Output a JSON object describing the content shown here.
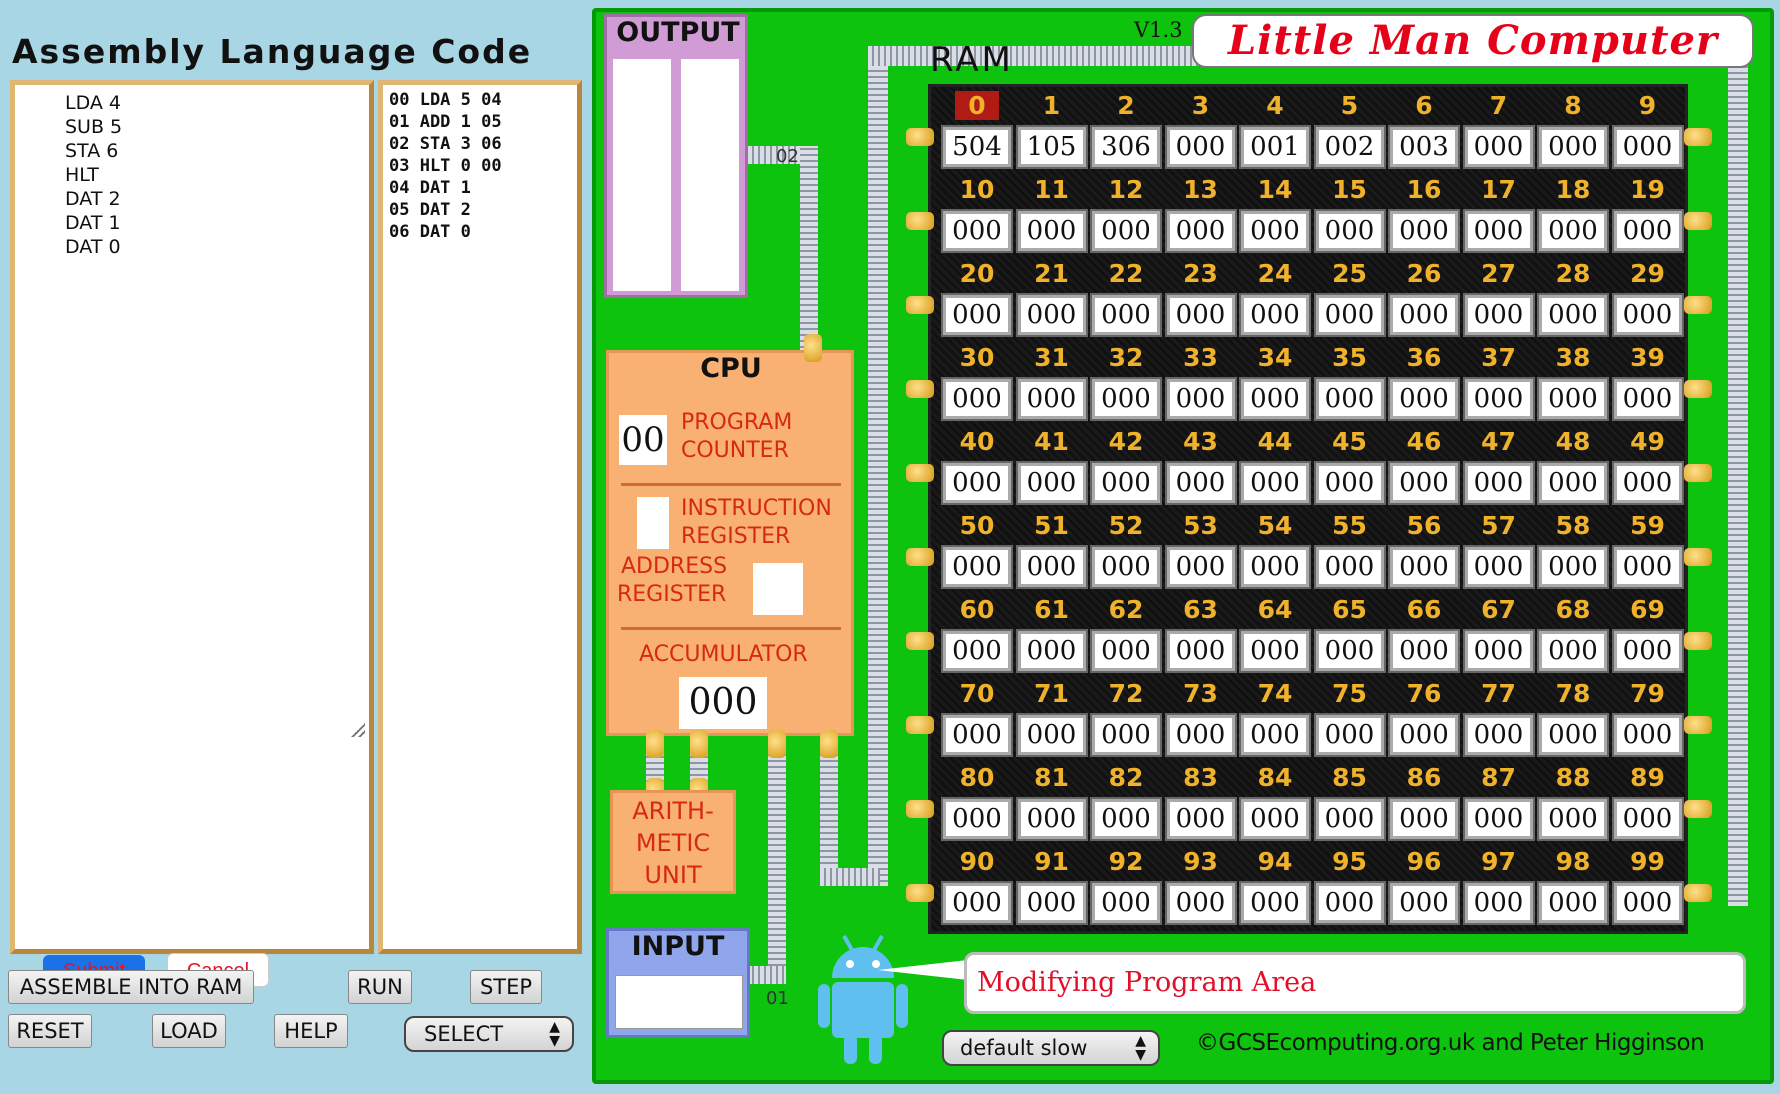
{
  "left_panel": {
    "title": "Assembly Language Code",
    "code_lines": "LDA 4\nSUB 5\nSTA 6\nHLT\nDAT 2\nDAT 1\nDAT 0",
    "submit_label": "Submit",
    "cancel_label": "Cancel",
    "listing": "00 LDA 5 04\n01 ADD 1 05\n02 STA 3 06\n03 HLT 0 00\n04 DAT 1\n05 DAT 2\n06 DAT 0",
    "buttons": {
      "assemble": "ASSEMBLE INTO RAM",
      "run": "RUN",
      "step": "STEP",
      "reset": "RESET",
      "load": "LOAD",
      "help": "HELP",
      "select": "SELECT"
    }
  },
  "board": {
    "version": "V1.3",
    "title": "Little Man Computer",
    "output_label": "OUTPUT",
    "wire_label_02": "02",
    "wire_label_01": "01",
    "cpu": {
      "title": "CPU",
      "program_counter_label_1": "PROGRAM",
      "program_counter_label_2": "COUNTER",
      "program_counter": "00",
      "instruction_register_label_1": "INSTRUCTION",
      "instruction_register_label_2": "REGISTER",
      "instruction_register": "",
      "address_register_label_1": "ADDRESS",
      "address_register_label_2": "REGISTER",
      "address_register": "",
      "accumulator_label": "ACCUMULATOR",
      "accumulator": "000"
    },
    "alu_label_1": "ARITH-",
    "alu_label_2": "METIC",
    "alu_label_3": "UNIT",
    "input_label": "INPUT",
    "input_value": "",
    "ram_label": "RAM",
    "ram_active_address": 0,
    "ram": [
      "504",
      "105",
      "306",
      "000",
      "001",
      "002",
      "003",
      "000",
      "000",
      "000",
      "000",
      "000",
      "000",
      "000",
      "000",
      "000",
      "000",
      "000",
      "000",
      "000",
      "000",
      "000",
      "000",
      "000",
      "000",
      "000",
      "000",
      "000",
      "000",
      "000",
      "000",
      "000",
      "000",
      "000",
      "000",
      "000",
      "000",
      "000",
      "000",
      "000",
      "000",
      "000",
      "000",
      "000",
      "000",
      "000",
      "000",
      "000",
      "000",
      "000",
      "000",
      "000",
      "000",
      "000",
      "000",
      "000",
      "000",
      "000",
      "000",
      "000",
      "000",
      "000",
      "000",
      "000",
      "000",
      "000",
      "000",
      "000",
      "000",
      "000",
      "000",
      "000",
      "000",
      "000",
      "000",
      "000",
      "000",
      "000",
      "000",
      "000",
      "000",
      "000",
      "000",
      "000",
      "000",
      "000",
      "000",
      "000",
      "000",
      "000",
      "000",
      "000",
      "000",
      "000",
      "000",
      "000",
      "000",
      "000",
      "000",
      "000"
    ],
    "message": "Modifying Program Area",
    "speed_select": "default slow",
    "credit": "©GCSEcomputing.org.uk and Peter Higginson"
  },
  "colors": {
    "board_green": "#0ec30e",
    "title_red": "#e6001a",
    "ram_number_gold": "#f0b22a",
    "active_cell_red": "#b01c14",
    "cpu_orange": "#f9b173",
    "output_purple": "#d19cd6",
    "input_blue": "#8fa6ec"
  }
}
